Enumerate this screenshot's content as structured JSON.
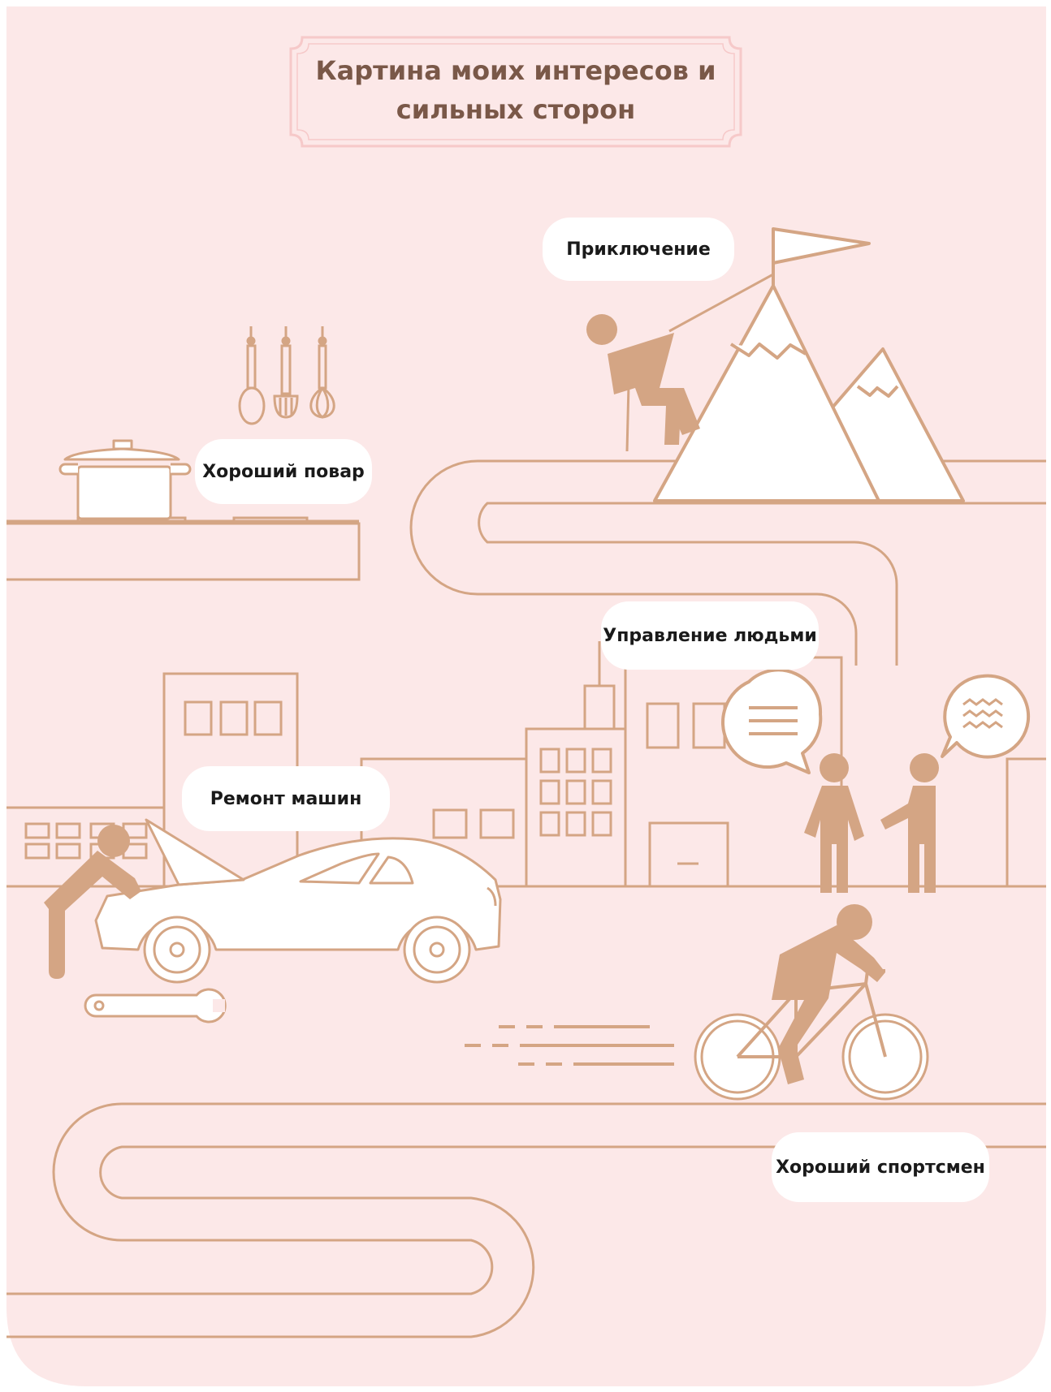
{
  "title": "Картина моих интересов и сильных сторон",
  "labels": {
    "adventure": "Приключение",
    "cook": "Хороший повар",
    "management": "Управление людьми",
    "car_repair": "Ремонт машин",
    "athlete": "Хороший спортсмен"
  },
  "colors": {
    "background": "#fce8e8",
    "line": "#d4a584",
    "figure": "#d4a584",
    "title_text": "#7a5848",
    "title_border": "#f6c9c9",
    "label_bg": "#ffffff"
  },
  "icons": [
    "mountain-icon",
    "flag-icon",
    "climber-icon",
    "cooking-pot-icon",
    "spoon-icon",
    "fork-icon",
    "whisk-icon",
    "building-icon",
    "speech-bubble-icon",
    "person-icon",
    "car-icon",
    "mechanic-icon",
    "wrench-icon",
    "cyclist-icon",
    "bicycle-icon"
  ]
}
